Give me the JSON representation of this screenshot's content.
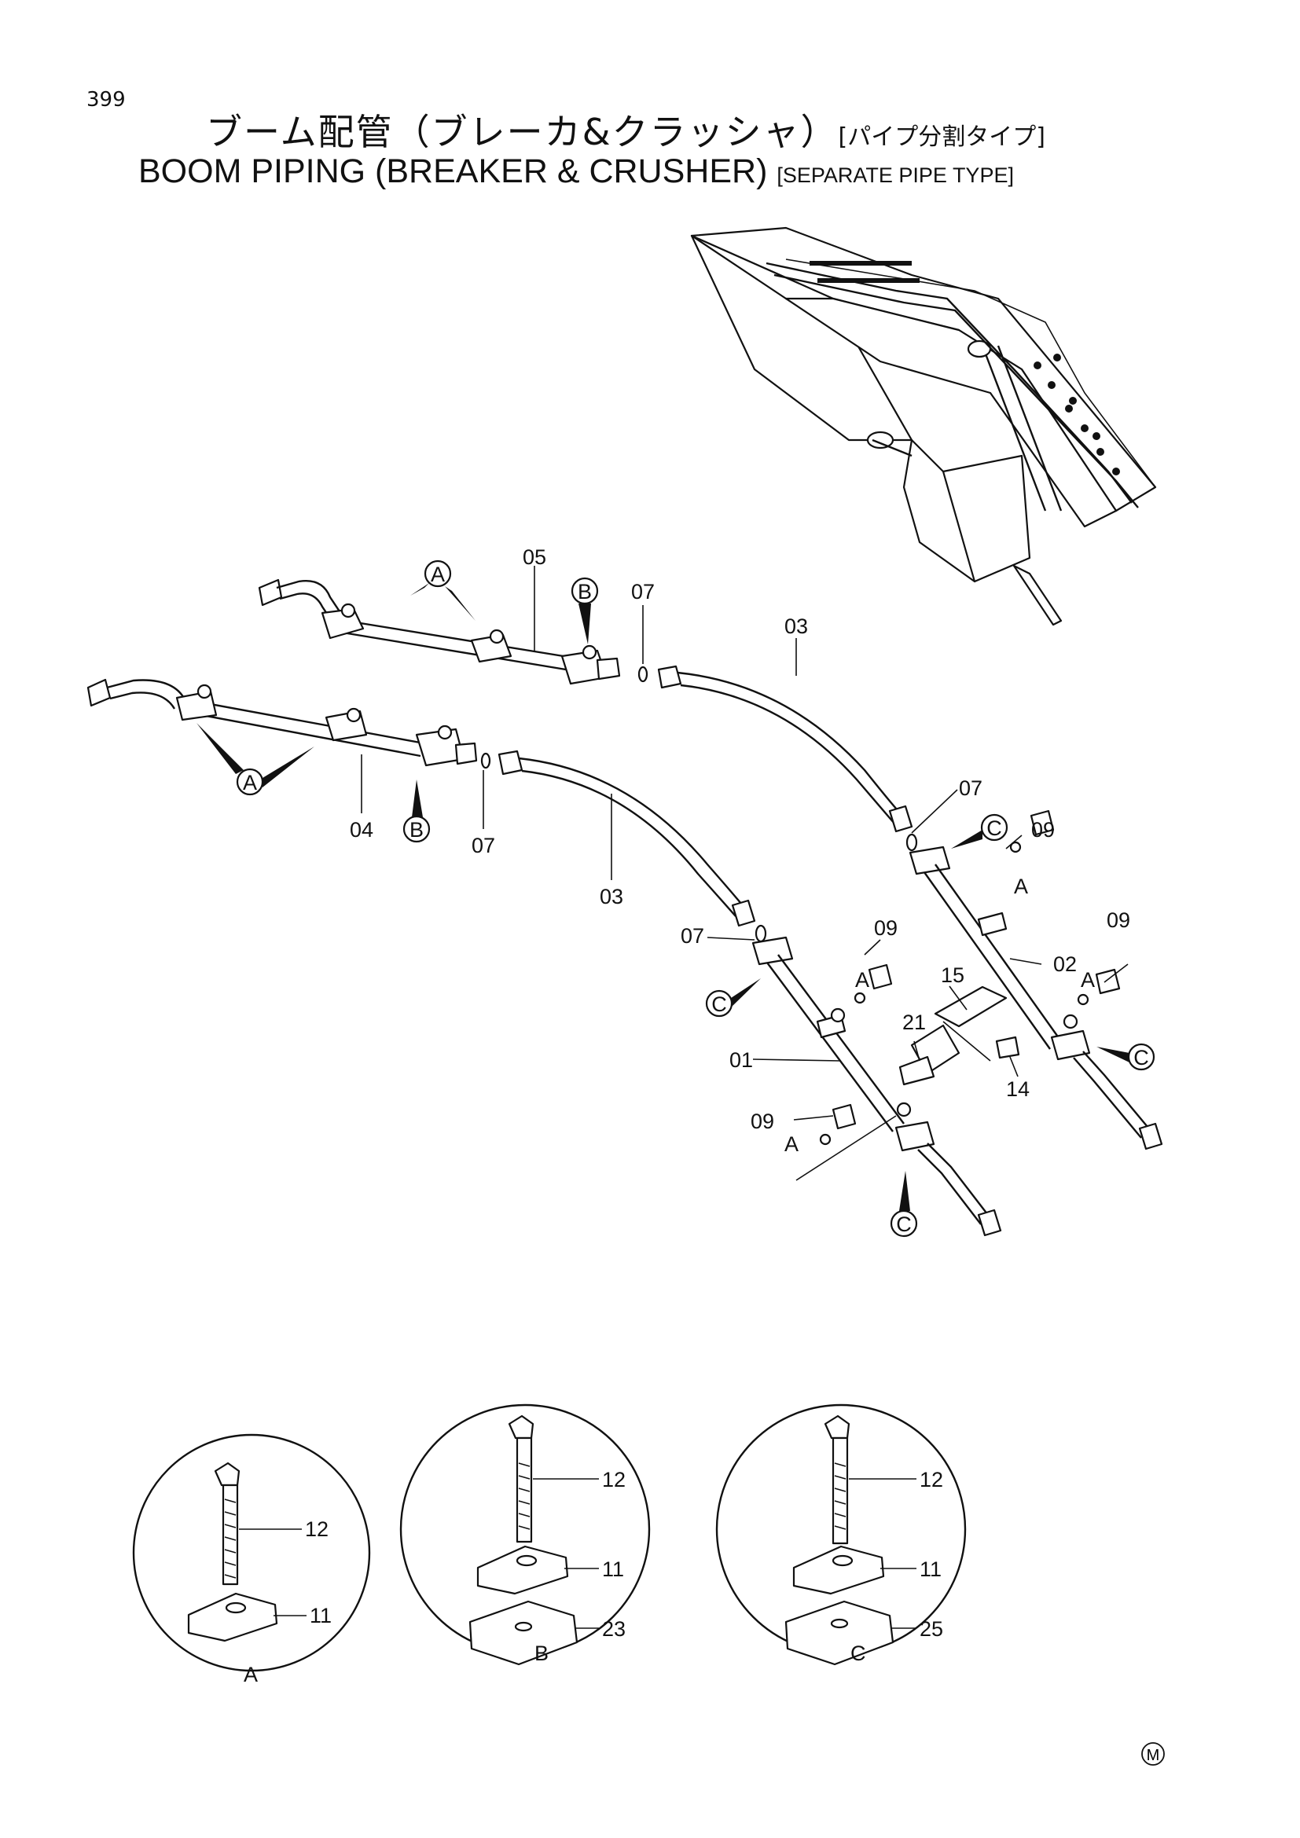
{
  "page_number": "399",
  "title": {
    "jp_main": "ブーム配管（ブレーカ&クラッシャ）",
    "jp_sub": "[パイプ分割タイプ]",
    "en_main": "BOOM  PIPING  (BREAKER & CRUSHER)",
    "en_sub": "[SEPARATE  PIPE  TYPE]"
  },
  "part_labels": {
    "p01": "01",
    "p02": "02",
    "p03a": "03",
    "p03b": "03",
    "p04": "04",
    "p05": "05",
    "p07a": "07",
    "p07b": "07",
    "p07c": "07",
    "p07d": "07",
    "p09a": "09",
    "p09b": "09",
    "p09c": "09",
    "p14": "14",
    "p15": "15",
    "p21": "21"
  },
  "detail_refs": {
    "a1": "A",
    "a2": "A",
    "a3": "A",
    "a4": "A",
    "a5": "A",
    "b1": "B",
    "b2": "B",
    "c1": "C",
    "c2": "C",
    "c3": "C",
    "c4": "C"
  },
  "details": {
    "A": {
      "caption": "A",
      "bolt": "12",
      "clamp": "11"
    },
    "B": {
      "caption": "B",
      "bolt": "12",
      "clamp": "11",
      "base": "23"
    },
    "C": {
      "caption": "C",
      "bolt": "12",
      "clamp": "11",
      "base": "25"
    }
  },
  "mark": "M"
}
